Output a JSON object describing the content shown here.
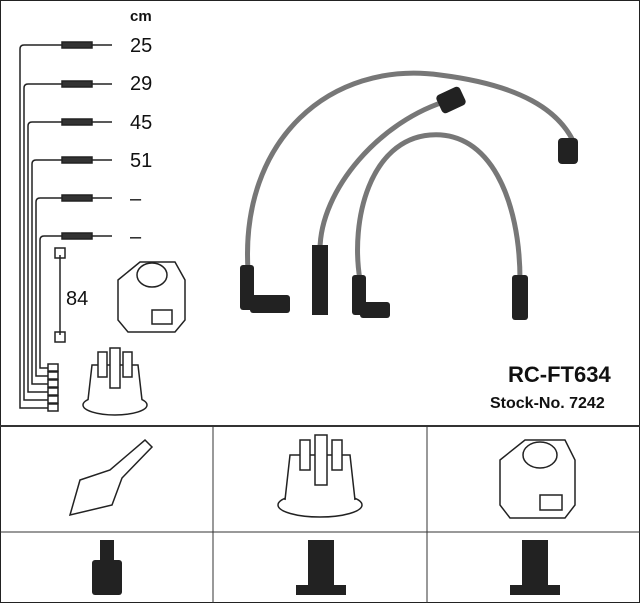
{
  "legend": {
    "unit": "cm",
    "lengths": [
      "25",
      "29",
      "45",
      "51",
      "–",
      "–"
    ],
    "coil_lead_length": "84"
  },
  "product": {
    "part_number": "RC-FT634",
    "stock_label": "Stock-No. 7242"
  },
  "colors": {
    "line": "#222222",
    "cable": "#777777"
  }
}
